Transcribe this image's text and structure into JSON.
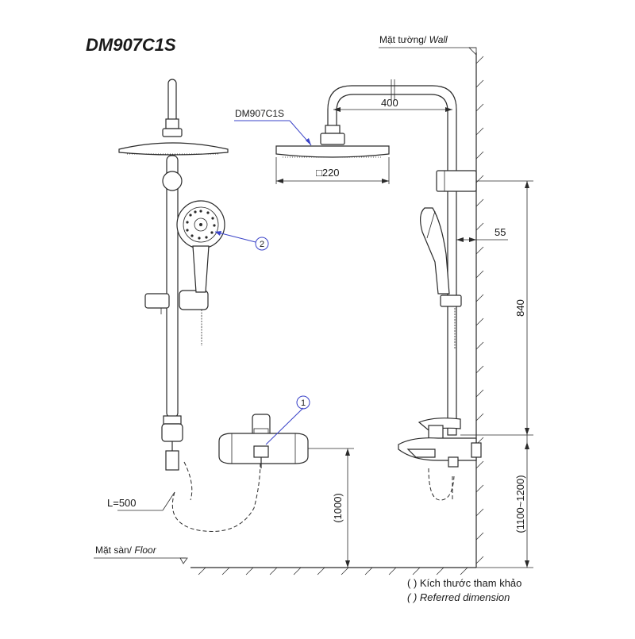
{
  "title": "DM907C1S",
  "wall_label": {
    "vi": "Mặt tường/ ",
    "en": "Wall"
  },
  "floor_label": {
    "vi": "Mặt sàn/ ",
    "en": "Floor"
  },
  "callouts": {
    "showerhead_model": "DM907C1S",
    "item_1": "1",
    "item_2": "2"
  },
  "dimensions": {
    "arm_length": "400",
    "head_size": "□220",
    "holder_offset": "55",
    "rail_height": "840",
    "mixer_height_right": "(1100~1200)",
    "mixer_height_left": "(1000)",
    "hose_length": "L=500"
  },
  "legend": {
    "line1": "( ) Kích thước tham khảo",
    "line2": "( ) Referred dimension"
  }
}
